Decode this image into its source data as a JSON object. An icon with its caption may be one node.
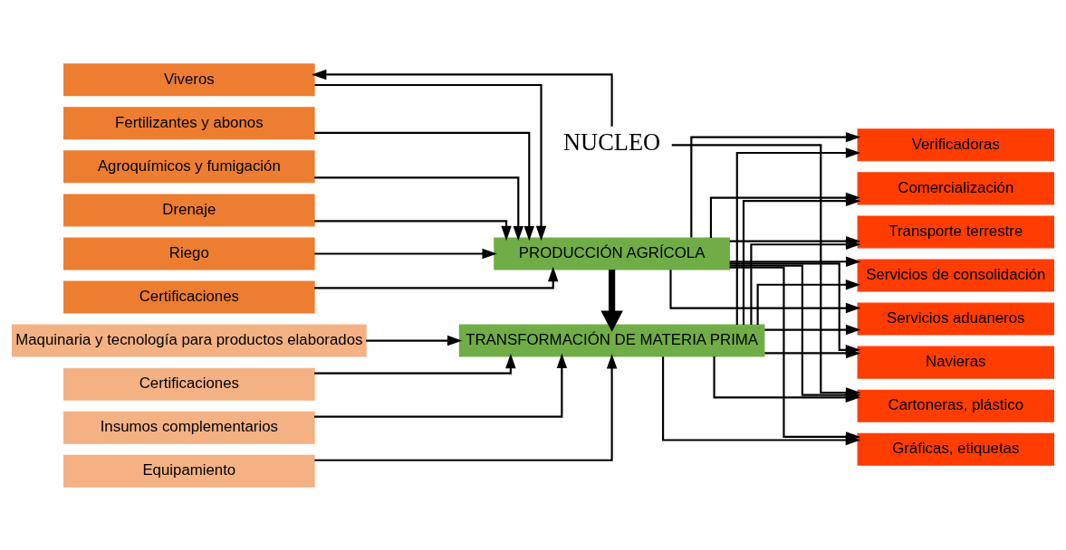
{
  "diagram": {
    "nodes": [
      {
        "text": [
          "NUCLEO"
        ]
      },
      {
        "text": [
          "Viveros"
        ]
      },
      {
        "text": [
          "Fertilizantes y abonos"
        ]
      },
      {
        "text": [
          "Agroquímicos y fumigación"
        ]
      },
      {
        "text": [
          "Drenaje"
        ]
      },
      {
        "text": [
          "Riego"
        ]
      },
      {
        "text": [
          "Certificaciones"
        ]
      },
      {
        "text": [
          "Insumos complementarios"
        ]
      },
      {
        "text": [
          "Equipamiento"
        ]
      },
      {
        "text": [
          "Maquinaria y tecnología para productos elaborados"
        ]
      },
      {
        "text": [
          "Certificaciones"
        ]
      },
      {
        "text": [
          "PRODUCCIÓN AGRÍCOLA"
        ]
      },
      {
        "text": [
          "TRANSFORMACIÓN DE MATERIA PRIMA"
        ]
      },
      {
        "text": [
          "Cartoneras, plástico"
        ]
      },
      {
        "text": [
          "Gráficas, etiquetas"
        ]
      },
      {
        "text": [
          "Verificadoras"
        ]
      },
      {
        "text": [
          "Comercialización"
        ]
      },
      {
        "text": [
          "Transporte terrestre"
        ]
      },
      {
        "text": [
          "Servicios de consolidación"
        ]
      },
      {
        "text": [
          "Servicios aduaneros"
        ]
      },
      {
        "text": [
          "Navieras"
        ]
      }
    ],
    "edges": [
      {
        "from": 0,
        "to": 1,
        "arrow": "to"
      },
      {
        "from": 0,
        "to": 13,
        "arrow": "to"
      },
      {
        "from": 1,
        "to": 11,
        "arrow": "to"
      },
      {
        "from": 2,
        "to": 11,
        "arrow": "to"
      },
      {
        "from": 3,
        "to": 11,
        "arrow": "to"
      },
      {
        "from": 4,
        "to": 11,
        "arrow": "to"
      },
      {
        "from": 5,
        "to": 11,
        "arrow": "to"
      },
      {
        "from": 6,
        "to": 11,
        "arrow": "to"
      },
      {
        "from": 11,
        "to": 12,
        "arrow": "to",
        "style": "thick"
      },
      {
        "from": 7,
        "to": 12,
        "arrow": "to"
      },
      {
        "from": 8,
        "to": 12,
        "arrow": "to"
      },
      {
        "from": 9,
        "to": 12,
        "arrow": "to"
      },
      {
        "from": 10,
        "to": 12,
        "arrow": "to"
      },
      {
        "from": 11,
        "to": 13,
        "arrow": "to"
      },
      {
        "from": 11,
        "to": 14,
        "arrow": "to"
      },
      {
        "from": 11,
        "to": 15,
        "arrow": "to"
      },
      {
        "from": 11,
        "to": 16,
        "arrow": "to"
      },
      {
        "from": 11,
        "to": 17,
        "arrow": "to"
      },
      {
        "from": 11,
        "to": 18,
        "arrow": "to"
      },
      {
        "from": 11,
        "to": 19,
        "arrow": "to"
      },
      {
        "from": 11,
        "to": 20,
        "arrow": "to"
      },
      {
        "from": 12,
        "to": 13,
        "arrow": "to"
      },
      {
        "from": 12,
        "to": 14,
        "arrow": "to"
      },
      {
        "from": 12,
        "to": 15,
        "arrow": "to"
      },
      {
        "from": 12,
        "to": 16,
        "arrow": "to"
      },
      {
        "from": 12,
        "to": 17,
        "arrow": "to"
      },
      {
        "from": 12,
        "to": 18,
        "arrow": "to"
      },
      {
        "from": 12,
        "to": 19,
        "arrow": "to"
      },
      {
        "from": 12,
        "to": 20,
        "arrow": "to"
      }
    ]
  }
}
